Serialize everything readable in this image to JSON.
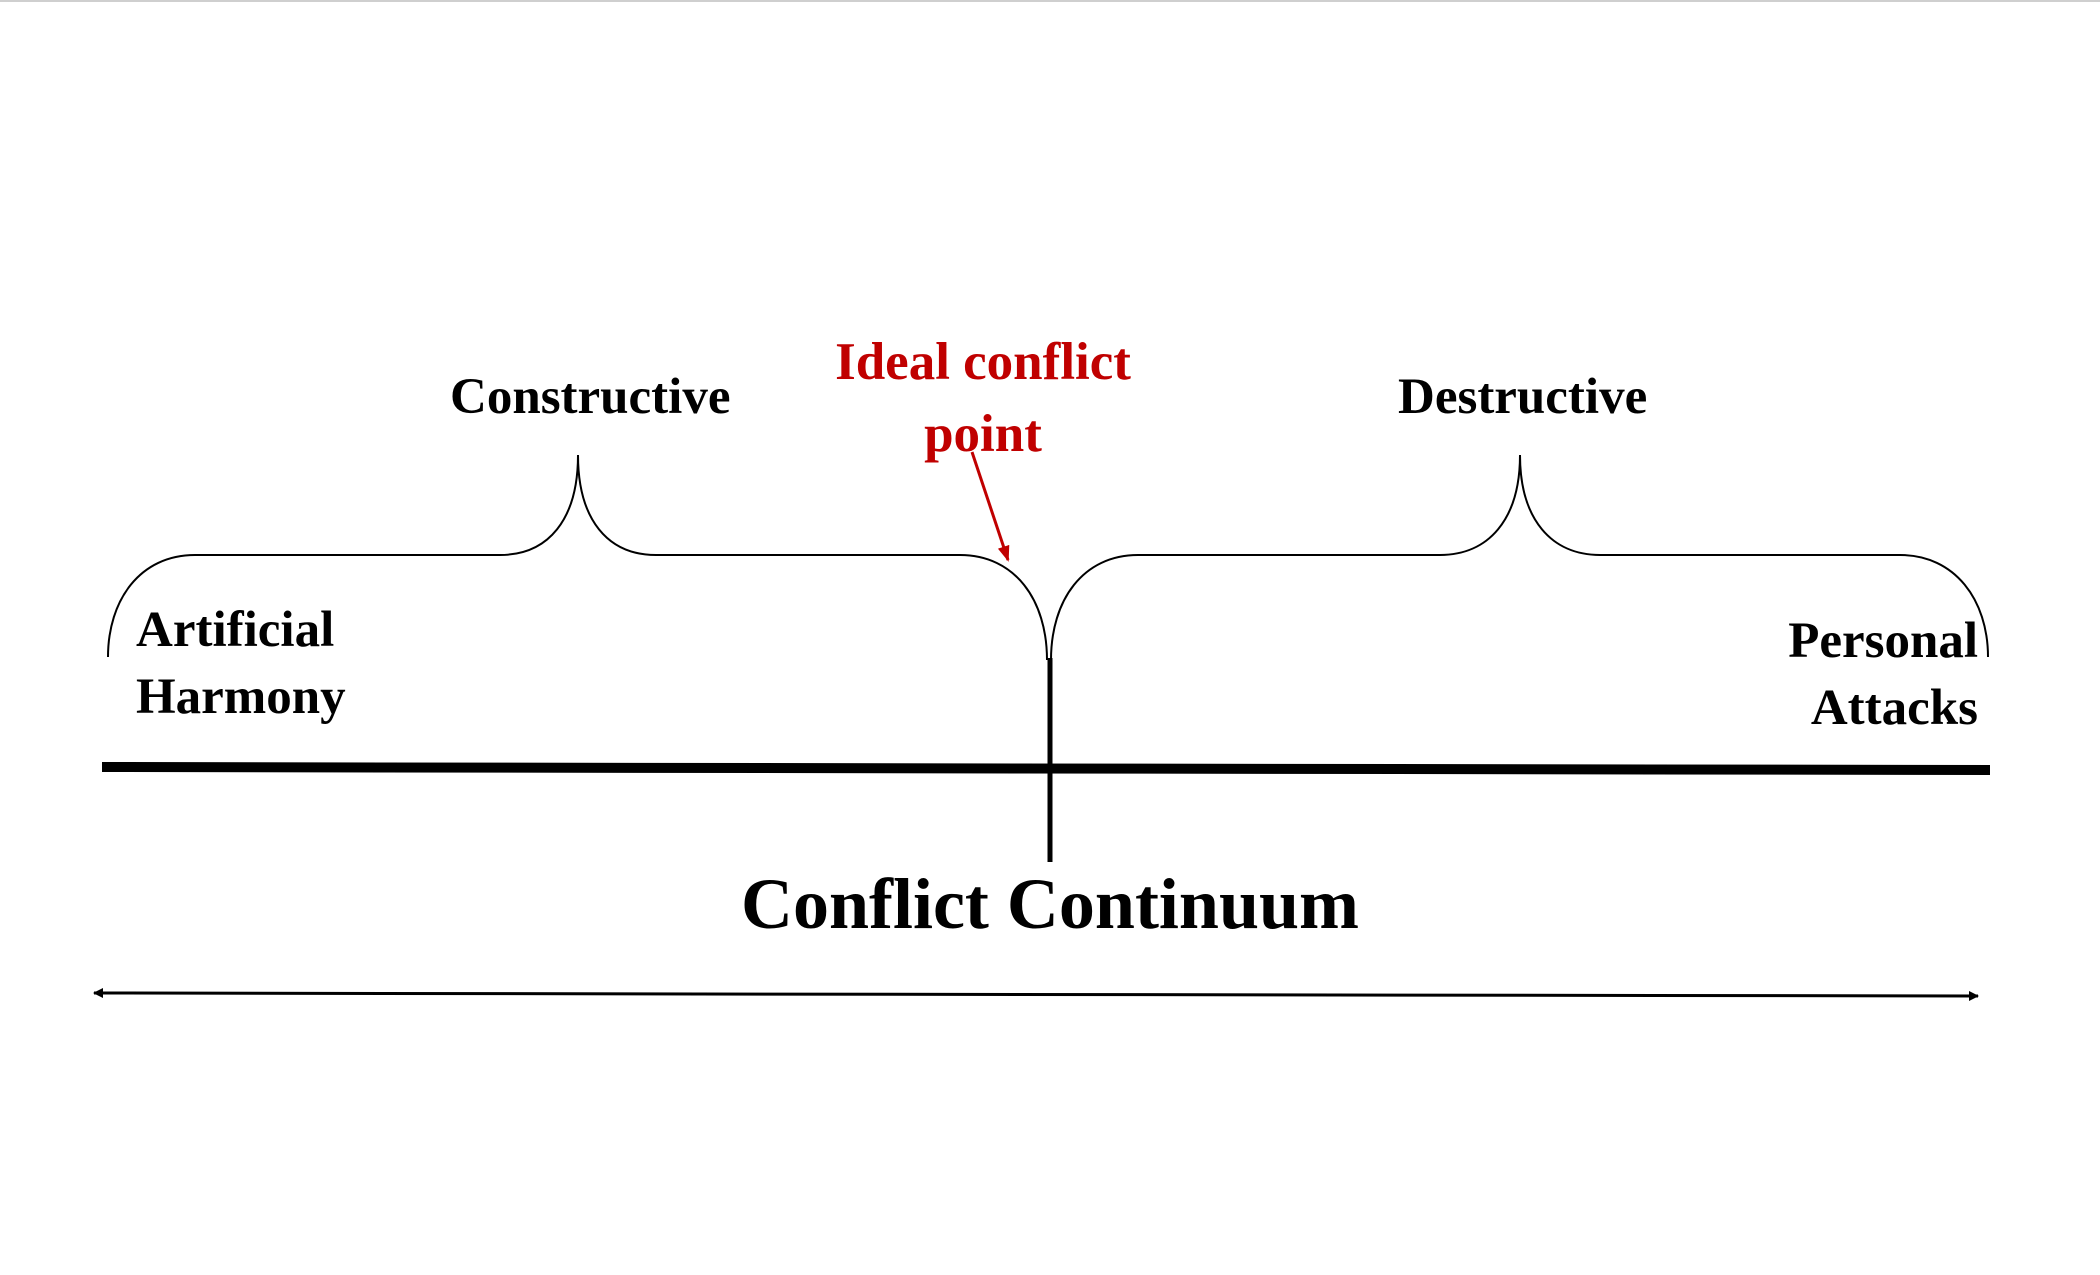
{
  "diagram": {
    "title": "Conflict Continuum",
    "left_end": {
      "line1": "Artificial",
      "line2": "Harmony"
    },
    "right_end": {
      "line1": "Personal",
      "line2": "Attacks"
    },
    "left_region": "Constructive",
    "right_region": "Destructive",
    "ideal_point": {
      "line1": "Ideal conflict",
      "line2": "point"
    },
    "colors": {
      "ink": "#000000",
      "accent": "#c00000",
      "background": "#ffffff"
    }
  }
}
